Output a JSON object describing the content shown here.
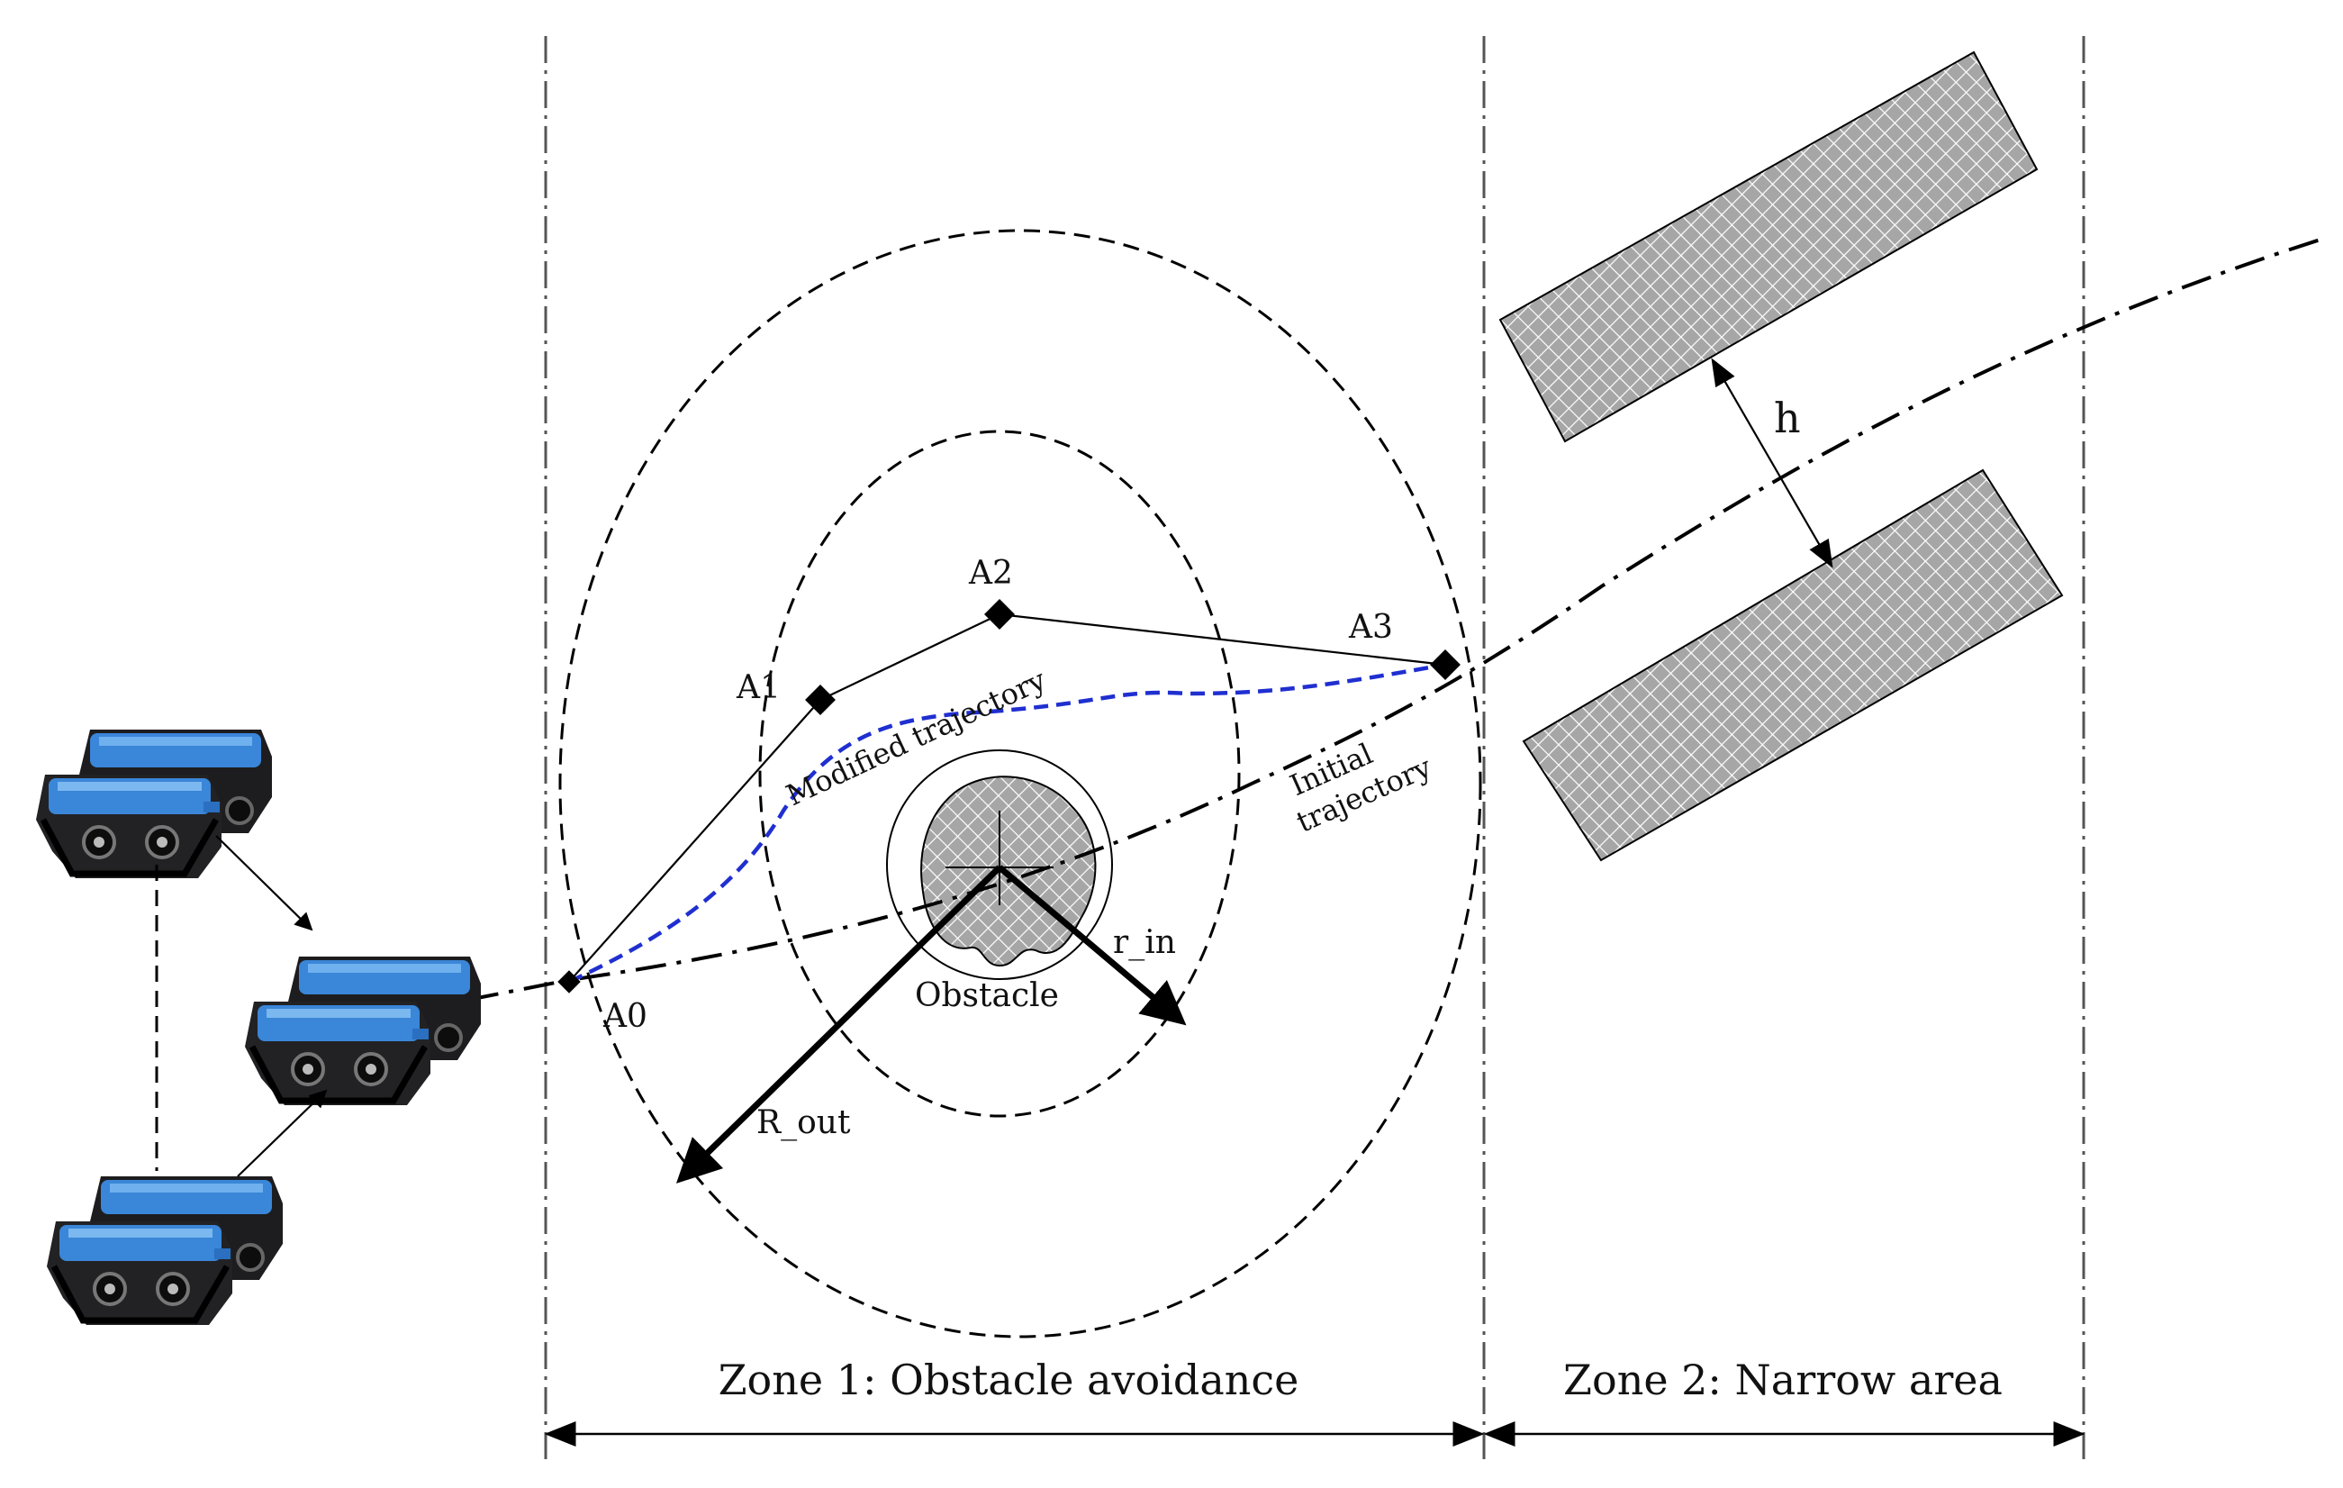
{
  "points": {
    "a0": "A0",
    "a1": "A1",
    "a2": "A2",
    "a3": "A3"
  },
  "labels": {
    "modified_trajectory": "Modified trajectory",
    "initial_trajectory_line1": "Initial",
    "initial_trajectory_line2": "trajectory",
    "obstacle": "Obstacle",
    "r_in": "r_in",
    "r_out": "R_out",
    "h": "h"
  },
  "zones": {
    "zone1": "Zone 1: Obstacle avoidance",
    "zone2": "Zone 2: Narrow area"
  },
  "colors": {
    "modified_trajectory": "#1f2fd0",
    "obstacle_fill": "#a9a9a9",
    "vehicle_blue": "#3a86d8",
    "vehicle_dark": "#1d1d1f"
  }
}
